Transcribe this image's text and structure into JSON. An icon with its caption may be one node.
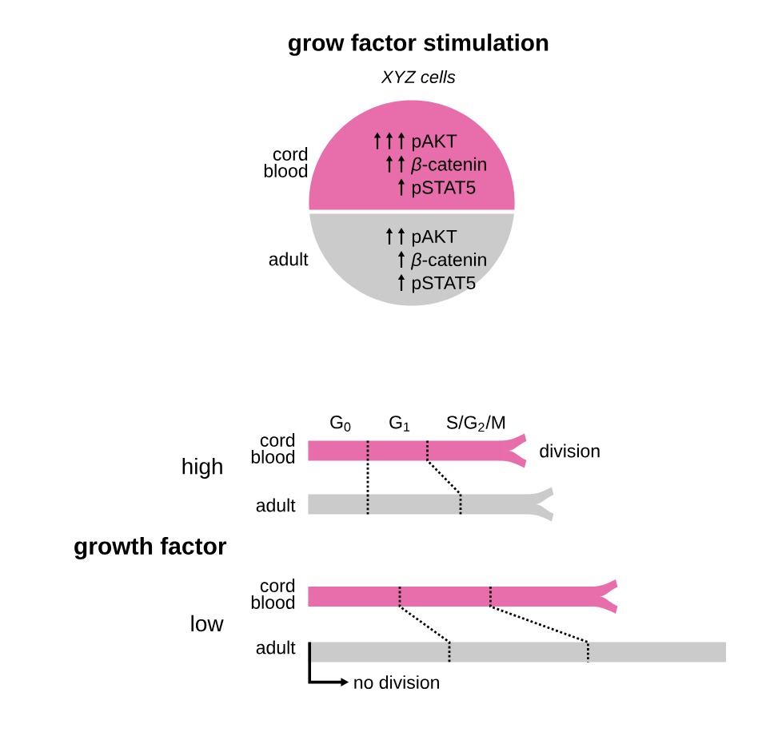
{
  "diagram": {
    "title": "grow factor stimulation",
    "nodes": [
      {
        "text": [
          "pAKT",
          "*β*-catenin",
          "pSTAT5"
        ],
        "beside": [
          "cord blood"
        ]
      },
      {
        "text": [
          "pAKT",
          "*β*-catenin",
          "pSTAT5"
        ],
        "beside": [
          "adult"
        ]
      },
      {
        "text": [],
        "shape": "bar",
        "beside": [
          "cord blood",
          "division"
        ]
      },
      {
        "text": [],
        "shape": "bar",
        "beside": [
          "adult"
        ]
      },
      {
        "text": [],
        "shape": "bar",
        "beside": [
          "cord blood"
        ]
      },
      {
        "text": [],
        "shape": "bar",
        "beside": [
          "adult"
        ]
      },
      {
        "text": [
          "no division"
        ]
      }
    ],
    "edges": [
      {
        "from": 2,
        "to": 3,
        "arrow": "none",
        "style": "dashed"
      },
      {
        "from": 2,
        "to": 3,
        "arrow": "none",
        "style": "dashed"
      },
      {
        "from": 4,
        "to": 5,
        "arrow": "none",
        "style": "dashed"
      },
      {
        "from": 4,
        "to": 5,
        "arrow": "none",
        "style": "dashed"
      },
      {
        "from": 5,
        "to": 6,
        "arrow": "to"
      }
    ],
    "labels": [
      "XYZ cells",
      "G$_{0}$",
      "G$_{1}$",
      "S/G$_{2}$/M",
      "high",
      "growth factor",
      "low"
    ]
  }
}
